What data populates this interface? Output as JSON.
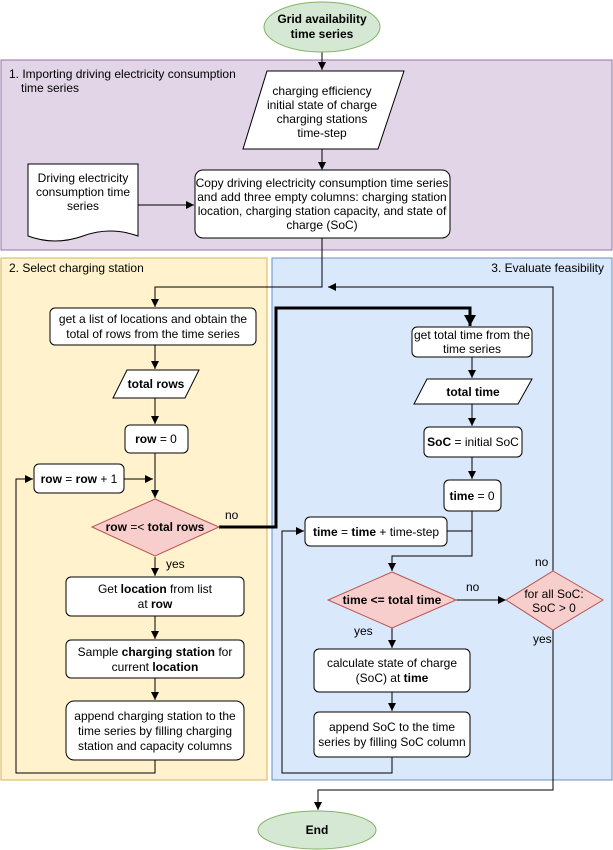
{
  "colors": {
    "terminal_fill": "#d5e8d4",
    "terminal_stroke": "#82b366",
    "decision_fill": "#f8cecc",
    "decision_stroke": "#b85450",
    "group1_fill": "#e1d5e7",
    "group1_stroke": "#9673a6",
    "group2_fill": "#fff2cc",
    "group2_stroke": "#d6b656",
    "group3_fill": "#dae8fc",
    "group3_stroke": "#6c8ebf"
  },
  "groups": {
    "import": {
      "label_line1": "1. Importing driving electricity consumption",
      "label_line2": "time series"
    },
    "select": {
      "label": "2. Select charging station"
    },
    "evaluate": {
      "label": "3. Evaluate feasibility"
    }
  },
  "nodes": {
    "start": {
      "line1": "Grid availability",
      "line2": "time series"
    },
    "params": {
      "line1": "charging efficiency",
      "line2": "initial state of charge",
      "line3": "charging stations",
      "line4": "time-step"
    },
    "driving_doc": {
      "line1": "Driving electricity",
      "line2": "consumption time",
      "line3": "series"
    },
    "copy": {
      "line1": "Copy driving electricity consumption time series",
      "line2": "and add three empty columns: charging station",
      "line3": "location, charging station capacity, and state of",
      "line4": "charge (SoC)"
    },
    "get_list": {
      "line1": "get a list of locations and obtain the",
      "line2": "total of rows from the time series"
    },
    "total_rows": {
      "text": "total rows"
    },
    "row_init": {
      "var": "row",
      "rest": " = 0"
    },
    "row_inc": {
      "var1": "row",
      "op": " = ",
      "var2": "row",
      "rest": " + 1"
    },
    "row_decision": {
      "var1": "row",
      "op": " =< ",
      "var2": "total rows"
    },
    "get_location": {
      "line1": "Get ",
      "line1_bold": "location",
      "line1_rest": " from list",
      "line2": "at ",
      "line2_bold": "row"
    },
    "sample": {
      "line1": "Sample ",
      "line1_bold": "charging station",
      "line1_rest": " for",
      "line2": "current ",
      "line2_bold": "location"
    },
    "append_cs": {
      "line1": "append charging station to the",
      "line2": "time series by filling charging",
      "line3": "station and capacity columns"
    },
    "get_total_time": {
      "line1": "get total time from the",
      "line2": "time series"
    },
    "total_time": {
      "text": "total time"
    },
    "soc_init": {
      "var": "SoC",
      "rest": " = initial SoC"
    },
    "time_init": {
      "var": "time",
      "rest": "  = 0"
    },
    "time_inc": {
      "var1": "time",
      "op": "  = ",
      "var2": "time",
      "rest": " + time-step"
    },
    "time_decision": {
      "text": "time <= total time"
    },
    "calc_soc": {
      "line1": "calculate state of charge",
      "line2": "(SoC) at ",
      "line2_bold": "time"
    },
    "append_soc": {
      "line1": "append SoC to the time",
      "line2": "series by filling SoC column"
    },
    "soc_decision": {
      "line1": "for all SoC:",
      "line2": "SoC > 0"
    },
    "end": {
      "text": "End"
    }
  },
  "edge_labels": {
    "row_no": "no",
    "row_yes": "yes",
    "time_no": "no",
    "time_yes": "yes",
    "soc_no": "no",
    "soc_yes": "yes"
  }
}
